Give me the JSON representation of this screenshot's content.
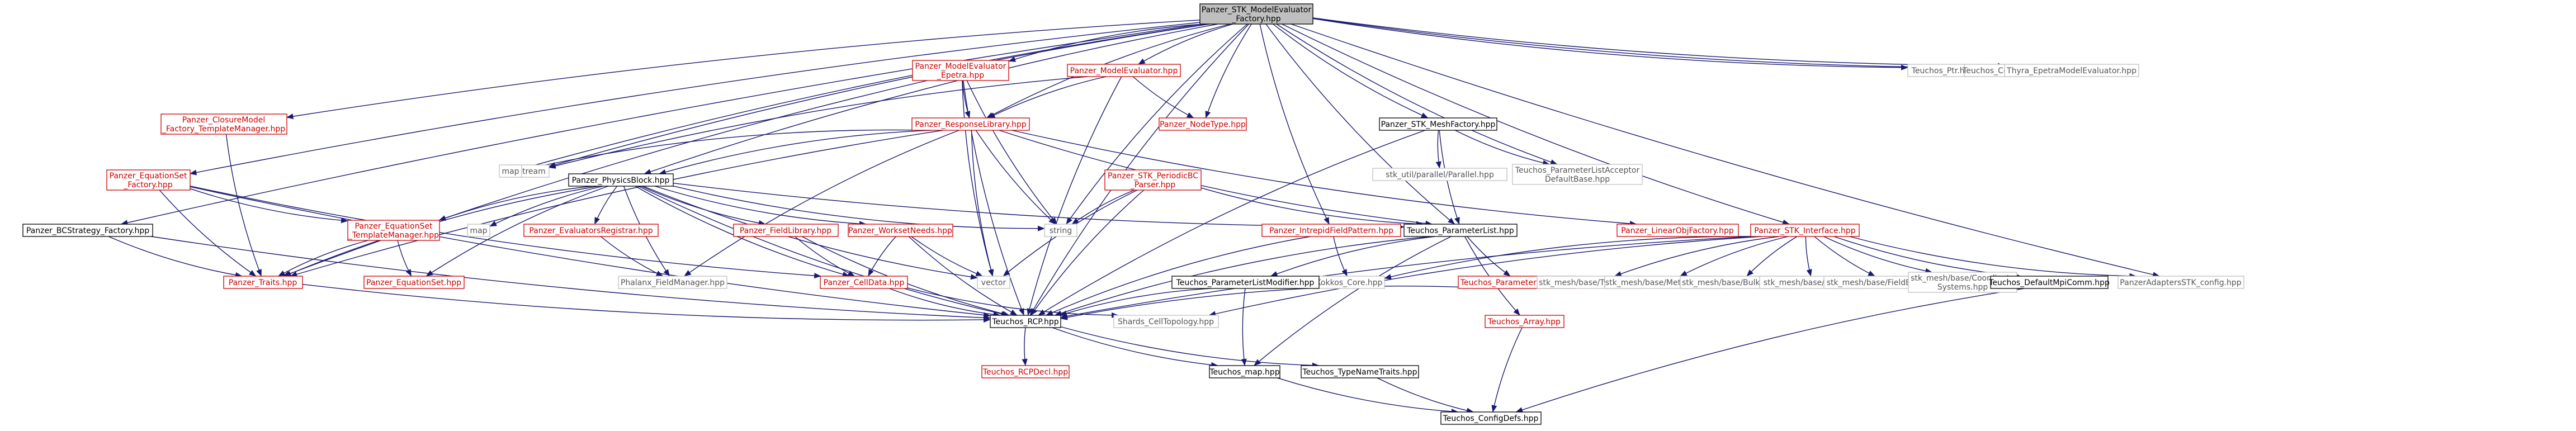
{
  "colors": {
    "edge": "#191970",
    "text_default": "#000000",
    "text_undocumented": "#cc0000",
    "text_external": "#555555",
    "border_default": "#000000",
    "border_undocumented": "#cc0000",
    "border_external": "#bfbfbf",
    "fill_root": "#bfbfbf",
    "fill_default": "#ffffff"
  },
  "graph": {
    "root": "root",
    "nodes": [
      {
        "id": "root",
        "lines": [
          "Panzer_STK_ModelEvaluator",
          "_Factory.hpp"
        ],
        "style": "root"
      },
      {
        "id": "teuchos_ptr",
        "lines": [
          "Teuchos_Ptr.hpp"
        ],
        "style": "external"
      },
      {
        "id": "teuchos_comm",
        "lines": [
          "Teuchos_Comm.hpp"
        ],
        "style": "external"
      },
      {
        "id": "thyra_epetra",
        "lines": [
          "Thyra_EpetraModelEvaluator.hpp"
        ],
        "style": "external"
      },
      {
        "id": "me_epetra",
        "lines": [
          "Panzer_ModelEvaluator",
          "_Epetra.hpp"
        ],
        "style": "undocumented"
      },
      {
        "id": "me",
        "lines": [
          "Panzer_ModelEvaluator.hpp"
        ],
        "style": "undocumented"
      },
      {
        "id": "closure_tm",
        "lines": [
          "Panzer_ClosureModel",
          "_Factory_TemplateManager.hpp"
        ],
        "style": "undocumented"
      },
      {
        "id": "response_lib",
        "lines": [
          "Panzer_ResponseLibrary.hpp"
        ],
        "style": "undocumented"
      },
      {
        "id": "nodetype",
        "lines": [
          "Panzer_NodeType.hpp"
        ],
        "style": "undocumented"
      },
      {
        "id": "meshfactory",
        "lines": [
          "Panzer_STK_MeshFactory.hpp"
        ],
        "style": "default"
      },
      {
        "id": "eqset_factory",
        "lines": [
          "Panzer_EquationSet",
          "_Factory.hpp"
        ],
        "style": "undocumented"
      },
      {
        "id": "iostream",
        "lines": [
          "iostream"
        ],
        "style": "external"
      },
      {
        "id": "stk_parallel",
        "lines": [
          "stk_util/parallel/Parallel.hpp"
        ],
        "style": "external"
      },
      {
        "id": "pla_default",
        "lines": [
          "Teuchos_ParameterListAcceptor",
          "DefaultBase.hpp"
        ],
        "style": "external"
      },
      {
        "id": "physicsblock",
        "lines": [
          "Panzer_PhysicsBlock.hpp"
        ],
        "style": "default"
      },
      {
        "id": "periodicbc",
        "lines": [
          "Panzer_STK_PeriodicBC",
          "_Parser.hpp"
        ],
        "style": "undocumented"
      },
      {
        "id": "bcstrategy",
        "lines": [
          "Panzer_BCStrategy_Factory.hpp"
        ],
        "style": "default"
      },
      {
        "id": "eqset_tm",
        "lines": [
          "Panzer_EquationSet",
          "_TemplateManager.hpp"
        ],
        "style": "undocumented"
      },
      {
        "id": "map_a",
        "lines": [
          "map"
        ],
        "style": "external"
      },
      {
        "id": "map_b",
        "lines": [
          "map"
        ],
        "style": "external"
      },
      {
        "id": "evalreg",
        "lines": [
          "Panzer_EvaluatorsRegistrar.hpp"
        ],
        "style": "undocumented"
      },
      {
        "id": "fieldlib",
        "lines": [
          "Panzer_FieldLibrary.hpp"
        ],
        "style": "undocumented"
      },
      {
        "id": "worksetneeds",
        "lines": [
          "Panzer_WorksetNeeds.hpp"
        ],
        "style": "undocumented"
      },
      {
        "id": "string",
        "lines": [
          "string"
        ],
        "style": "external"
      },
      {
        "id": "intrepid",
        "lines": [
          "Panzer_IntrepidFieldPattern.hpp"
        ],
        "style": "undocumented"
      },
      {
        "id": "paramlist",
        "lines": [
          "Teuchos_ParameterList.hpp"
        ],
        "style": "default"
      },
      {
        "id": "linearobj",
        "lines": [
          "Panzer_LinearObjFactory.hpp"
        ],
        "style": "undocumented"
      },
      {
        "id": "stk_interface",
        "lines": [
          "Panzer_STK_Interface.hpp"
        ],
        "style": "undocumented"
      },
      {
        "id": "traits",
        "lines": [
          "Panzer_Traits.hpp"
        ],
        "style": "undocumented"
      },
      {
        "id": "eqset",
        "lines": [
          "Panzer_EquationSet.hpp"
        ],
        "style": "undocumented"
      },
      {
        "id": "phalanx_fm",
        "lines": [
          "Phalanx_FieldManager.hpp"
        ],
        "style": "external"
      },
      {
        "id": "celldata",
        "lines": [
          "Panzer_CellData.hpp"
        ],
        "style": "undocumented"
      },
      {
        "id": "vector",
        "lines": [
          "vector"
        ],
        "style": "external"
      },
      {
        "id": "kokkos",
        "lines": [
          "Kokkos_Core.hpp"
        ],
        "style": "external"
      },
      {
        "id": "entry",
        "lines": [
          "Teuchos_ParameterEntry.hpp"
        ],
        "style": "undocumented"
      },
      {
        "id": "plmodifier",
        "lines": [
          "Teuchos_ParameterListModifier.hpp"
        ],
        "style": "default"
      },
      {
        "id": "types",
        "lines": [
          "stk_mesh/base/Types.hpp"
        ],
        "style": "external"
      },
      {
        "id": "metadata",
        "lines": [
          "stk_mesh/base/MetaData.hpp"
        ],
        "style": "external"
      },
      {
        "id": "bulkdata",
        "lines": [
          "stk_mesh/base/BulkData.hpp"
        ],
        "style": "external"
      },
      {
        "id": "field",
        "lines": [
          "stk_mesh/base/Field.hpp"
        ],
        "style": "external"
      },
      {
        "id": "fieldbase",
        "lines": [
          "stk_mesh/base/FieldBase.hpp"
        ],
        "style": "external"
      },
      {
        "id": "coordsys",
        "lines": [
          "stk_mesh/base/Coordinate",
          "Systems.hpp"
        ],
        "style": "external"
      },
      {
        "id": "defmpicomm",
        "lines": [
          "Teuchos_DefaultMpiComm.hpp"
        ],
        "style": "default"
      },
      {
        "id": "adapters_cfg",
        "lines": [
          "PanzerAdaptersSTK_config.hpp"
        ],
        "style": "external"
      },
      {
        "id": "rcp",
        "lines": [
          "Teuchos_RCP.hpp"
        ],
        "style": "default"
      },
      {
        "id": "shards",
        "lines": [
          "Shards_CellTopology.hpp"
        ],
        "style": "external"
      },
      {
        "id": "array",
        "lines": [
          "Teuchos_Array.hpp"
        ],
        "style": "undocumented"
      },
      {
        "id": "rcpdecl",
        "lines": [
          "Teuchos_RCPDecl.hpp"
        ],
        "style": "undocumented"
      },
      {
        "id": "tmap",
        "lines": [
          "Teuchos_map.hpp"
        ],
        "style": "default"
      },
      {
        "id": "typename",
        "lines": [
          "Teuchos_TypeNameTraits.hpp"
        ],
        "style": "default"
      },
      {
        "id": "configdefs",
        "lines": [
          "Teuchos_ConfigDefs.hpp"
        ],
        "style": "default"
      }
    ],
    "edges": [
      [
        "root",
        "teuchos_ptr"
      ],
      [
        "root",
        "teuchos_comm"
      ],
      [
        "root",
        "thyra_epetra"
      ],
      [
        "root",
        "me_epetra"
      ],
      [
        "root",
        "me"
      ],
      [
        "root",
        "closure_tm"
      ],
      [
        "root",
        "response_lib"
      ],
      [
        "root",
        "nodetype"
      ],
      [
        "root",
        "meshfactory"
      ],
      [
        "root",
        "eqset_factory"
      ],
      [
        "root",
        "iostream"
      ],
      [
        "root",
        "physicsblock"
      ],
      [
        "root",
        "bcstrategy"
      ],
      [
        "root",
        "string"
      ],
      [
        "root",
        "intrepid"
      ],
      [
        "root",
        "paramlist"
      ],
      [
        "root",
        "stk_interface"
      ],
      [
        "root",
        "rcp"
      ],
      [
        "root",
        "map_b"
      ],
      [
        "root",
        "pla_default"
      ],
      [
        "root",
        "adapters_cfg"
      ],
      [
        "me_epetra",
        "response_lib"
      ],
      [
        "me_epetra",
        "string"
      ],
      [
        "me_epetra",
        "vector"
      ],
      [
        "me_epetra",
        "rcp"
      ],
      [
        "me_epetra",
        "traits"
      ],
      [
        "me",
        "response_lib"
      ],
      [
        "me",
        "nodetype"
      ],
      [
        "me",
        "rcp"
      ],
      [
        "me",
        "iostream"
      ],
      [
        "closure_tm",
        "traits"
      ],
      [
        "response_lib",
        "physicsblock"
      ],
      [
        "response_lib",
        "map_b"
      ],
      [
        "response_lib",
        "string"
      ],
      [
        "response_lib",
        "vector"
      ],
      [
        "response_lib",
        "linearobj"
      ],
      [
        "response_lib",
        "traits"
      ],
      [
        "response_lib",
        "paramlist"
      ],
      [
        "response_lib",
        "phalanx_fm"
      ],
      [
        "meshfactory",
        "stk_parallel"
      ],
      [
        "meshfactory",
        "pla_default"
      ],
      [
        "meshfactory",
        "paramlist"
      ],
      [
        "meshfactory",
        "rcp"
      ],
      [
        "eqset_factory",
        "eqset_tm"
      ],
      [
        "eqset_factory",
        "traits"
      ],
      [
        "eqset_factory",
        "rcp"
      ],
      [
        "eqset_factory",
        "celldata"
      ],
      [
        "physicsblock",
        "string"
      ],
      [
        "physicsblock",
        "vector"
      ],
      [
        "physicsblock",
        "map_a"
      ],
      [
        "physicsblock",
        "evalreg"
      ],
      [
        "physicsblock",
        "fieldlib"
      ],
      [
        "physicsblock",
        "worksetneeds"
      ],
      [
        "physicsblock",
        "eqset_tm"
      ],
      [
        "physicsblock",
        "eqset"
      ],
      [
        "physicsblock",
        "traits"
      ],
      [
        "physicsblock",
        "celldata"
      ],
      [
        "physicsblock",
        "paramlist"
      ],
      [
        "physicsblock",
        "rcp"
      ],
      [
        "physicsblock",
        "phalanx_fm"
      ],
      [
        "periodicbc",
        "string"
      ],
      [
        "periodicbc",
        "vector"
      ],
      [
        "periodicbc",
        "rcp"
      ],
      [
        "periodicbc",
        "paramlist"
      ],
      [
        "bcstrategy",
        "traits"
      ],
      [
        "bcstrategy",
        "rcp"
      ],
      [
        "eqset_tm",
        "traits"
      ],
      [
        "eqset_tm",
        "eqset"
      ],
      [
        "evalreg",
        "phalanx_fm"
      ],
      [
        "fieldlib",
        "celldata"
      ],
      [
        "fieldlib",
        "rcp"
      ],
      [
        "worksetneeds",
        "celldata"
      ],
      [
        "worksetneeds",
        "vector"
      ],
      [
        "worksetneeds",
        "rcp"
      ],
      [
        "intrepid",
        "kokkos"
      ],
      [
        "intrepid",
        "rcp"
      ],
      [
        "paramlist",
        "entry"
      ],
      [
        "paramlist",
        "plmodifier"
      ],
      [
        "paramlist",
        "array"
      ],
      [
        "paramlist",
        "tmap"
      ],
      [
        "paramlist",
        "rcp"
      ],
      [
        "stk_interface",
        "types"
      ],
      [
        "stk_interface",
        "metadata"
      ],
      [
        "stk_interface",
        "bulkdata"
      ],
      [
        "stk_interface",
        "field"
      ],
      [
        "stk_interface",
        "fieldbase"
      ],
      [
        "stk_interface",
        "coordsys"
      ],
      [
        "stk_interface",
        "defmpicomm"
      ],
      [
        "stk_interface",
        "adapters_cfg"
      ],
      [
        "stk_interface",
        "kokkos"
      ],
      [
        "stk_interface",
        "shards"
      ],
      [
        "stk_interface",
        "rcp"
      ],
      [
        "traits",
        "rcp"
      ],
      [
        "celldata",
        "shards"
      ],
      [
        "celldata",
        "rcp"
      ],
      [
        "entry",
        "rcp"
      ],
      [
        "plmodifier",
        "tmap"
      ],
      [
        "plmodifier",
        "rcp"
      ],
      [
        "defmpicomm",
        "configdefs"
      ],
      [
        "rcp",
        "rcpdecl"
      ],
      [
        "rcp",
        "typename"
      ],
      [
        "rcp",
        "tmap"
      ],
      [
        "array",
        "configdefs"
      ],
      [
        "tmap",
        "configdefs"
      ],
      [
        "typename",
        "configdefs"
      ]
    ]
  }
}
